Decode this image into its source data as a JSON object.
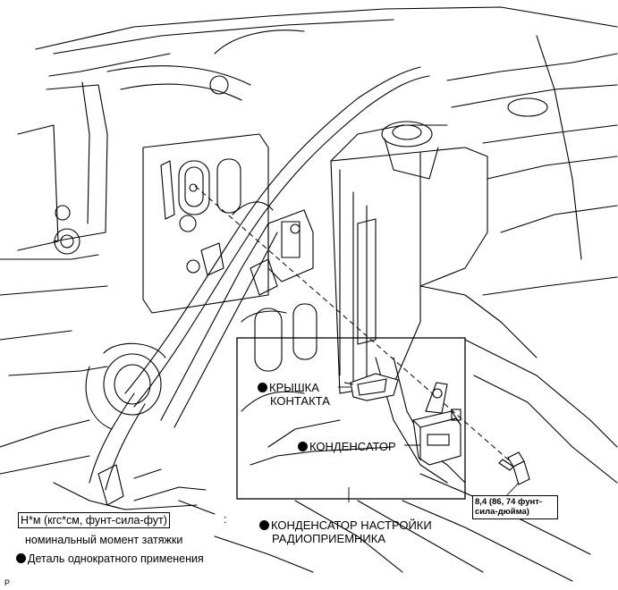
{
  "labels": {
    "contact_cover": [
      "КРЫШКА",
      "КОНТАКТА"
    ],
    "capacitor": "КОНДЕНСАТОР",
    "radio_capacitor": [
      "КОНДЕНСАТОР НАСТРОЙКИ",
      "РАДИОПРИЕМНИКА"
    ],
    "torque": "8,4 (86, 74 фунт-сила-дюйма)"
  },
  "legend": {
    "unit": "Н*м (кгс*см, фунт-сила-фут)",
    "unit_suffix": ":",
    "torque_desc": "номинальный момент затяжки",
    "one_time": "Деталь однократного применения"
  },
  "figure_code": "P",
  "icons": [
    "bullet-icon"
  ]
}
